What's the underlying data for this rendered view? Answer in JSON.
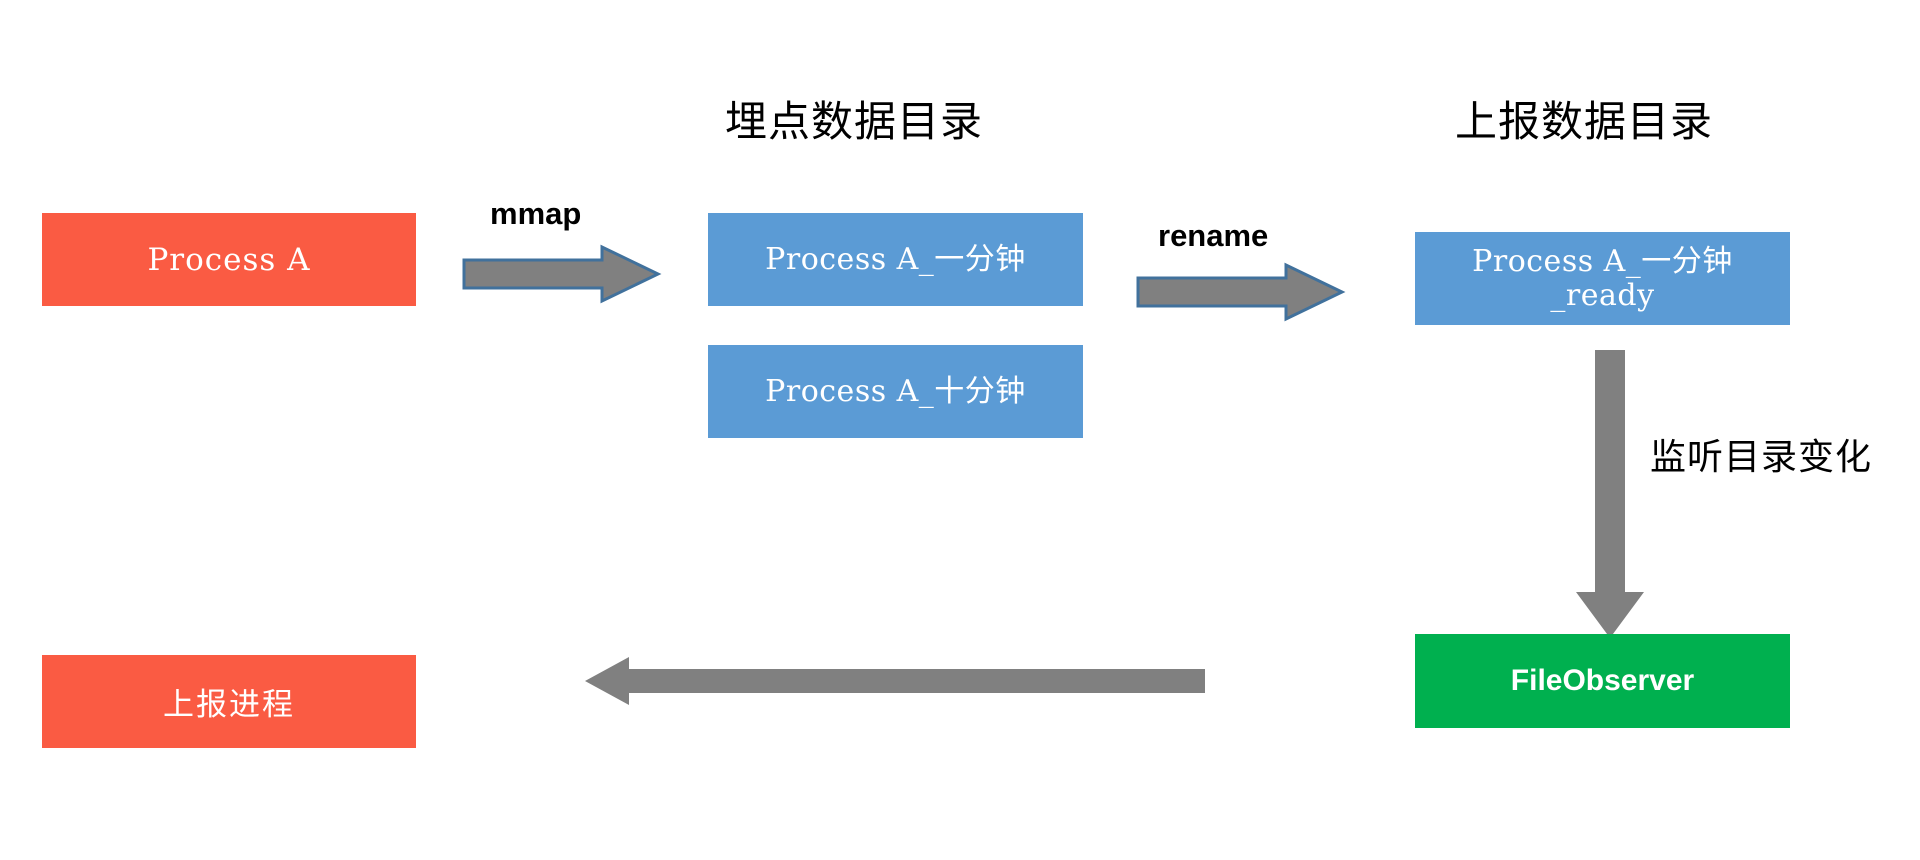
{
  "diagram": {
    "title_left_dir": "埋点数据目录",
    "title_right_dir": "上报数据目录",
    "nodes": {
      "process_a": "Process A",
      "file_one_minute": "Process A_一分钟",
      "file_ten_minute": "Process A_十分钟",
      "file_ready_line1": "Process A_一分钟",
      "file_ready_line2": "_ready",
      "file_observer": "FileObserver",
      "upload_process": "上报进程"
    },
    "edges": {
      "mmap": "mmap",
      "rename": "rename",
      "watch_dir": "监听目录变化"
    },
    "colors": {
      "red_node": "#FA5B43",
      "blue_node": "#5B9BD5",
      "green_node": "#00B04F",
      "arrow_gray": "#808080",
      "arrow_outline": "#41719C",
      "background": "#FFFFFF",
      "text_on_node": "#FFFFFF",
      "text_label": "#000000"
    }
  }
}
